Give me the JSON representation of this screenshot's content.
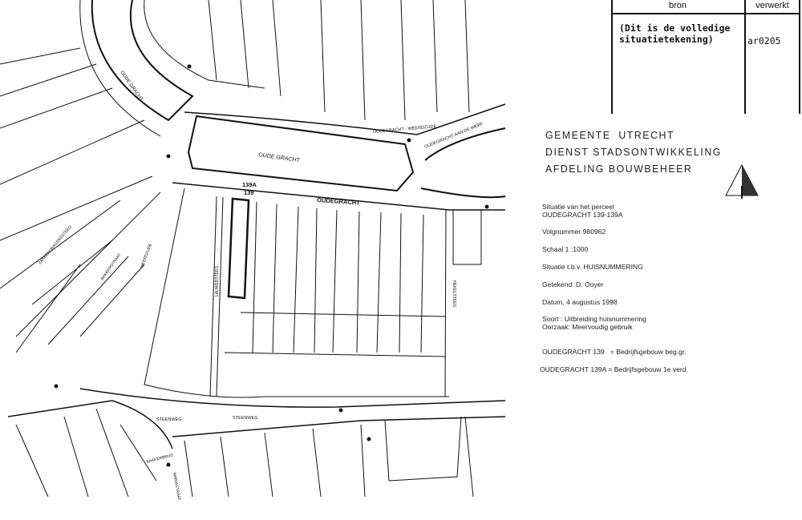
{
  "table": {
    "headers": [
      "bron",
      "verwerkt"
    ],
    "row": {
      "bron": [
        "(Dit is de volledige",
        "situatietekening)"
      ],
      "verwerkt": "ar0205"
    }
  },
  "organization": [
    "GEMEENTE  UTRECHT",
    "DIENST STADSONTWIKKELING",
    "AFDELING BOUWBEHEER"
  ],
  "info": {
    "situatie_line1": "Situatie van het perceel",
    "situatie_line2": "OUDEGRACHT 139-139A",
    "volgnummer": "Volgnummer 980962",
    "schaal": "Schaal 1 :1000",
    "doel": "Situatie t.b.v. HUISNUMMERING",
    "getekend": "Getekend: D. Ooyer",
    "datum": "Datum, 4 augustus 1998",
    "soort": "Soort : Uitbreiding huisnummering",
    "oorzaak": "Oorzaak: Meervoudig gebruik",
    "address1": "OUDEGRACHT 139   = Bedrijfsgebouw beg.gr.",
    "address2": "OUDEGRACHT 139A = Bedrijfsgebouw 1e verd."
  },
  "map_labels": {
    "oude_gracht": "OUDE GRACHT",
    "oude_gracht_canal": "OUDE GRACHT",
    "oudegracht_street": "OUDEGRACHT",
    "weerdzijde": "OUDEGRACHT - WEERDZIJDE",
    "aan_de_werf": "OUDEGRACHT AAN DE WERF",
    "no_139a": "139A",
    "no_139": "139",
    "steenweg1": "STEENWEG",
    "steenweg2": "STEENWEG",
    "lauwersteeg": "LAUWERSTEEG",
    "hekelsteeg": "HEKELSTEEG",
    "zakkendragerssteeg": "ZAKKENDRAGERSSTEEG",
    "bakkerstraat": "BAKKERSTRAAT",
    "weerdzijde_left": "WEERDZIJDE",
    "mariastraat": "MARIASTRAAT",
    "bakkerbrug": "BAKKERBRUG"
  }
}
